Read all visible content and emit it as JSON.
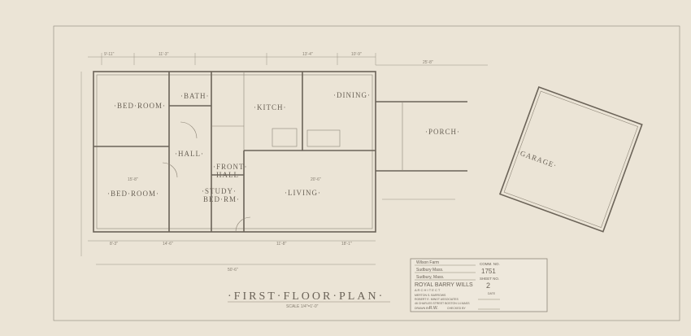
{
  "drawing": {
    "title": "·FIRST·FLOOR·PLAN·",
    "scale": "SCALE 1/4\"=1'-0\"",
    "rooms": {
      "bedroom_1": "·BED·ROOM·",
      "bath": "·BATH·",
      "kitchen": "·KITCH·",
      "dining": "·DINING·",
      "hall": "·HALL·",
      "bedroom_2": "·BED·ROOM·",
      "study": "·STUDY·",
      "study_2": "BED·RM·",
      "front_hall": "·FRONT·",
      "front_hall_2": "HALL",
      "living": "·LIVING·",
      "porch": "·PORCH·",
      "garage": "·GARAGE·"
    },
    "dimensions": {
      "top_1": "9'-11\"",
      "top_2": "11'-3\"",
      "top_3": "13'-4\"",
      "top_4": "10'-9\"",
      "porch_top": "25'-8\"",
      "bottom_1": "8'-3\"",
      "bottom_2": "14'-6\"",
      "bottom_3": "11'-8\"",
      "bottom_4": "18'-1\"",
      "overall": "50'-6\"",
      "living_w": "20'-6\"",
      "bed_w": "15'-8\""
    }
  },
  "title_block": {
    "line_1": "Wilson Farm",
    "line_2": "Sudbury Mass.",
    "line_3": "Sudbury, Mass.",
    "comm_label": "COMM. NO.",
    "comm_no": "1751",
    "sheet_label": "SHEET NO.",
    "sheet_no": "2",
    "firm": "ROYAL BARRY WILLS",
    "firm_sub": "A R C H I T E C T",
    "assoc_1": "MERTON S. BARROWS",
    "assoc_2": "ROBERT E. MINOT      ASSOCIATES",
    "address": "46 CHARLES STREET BOSTON 14 MASS",
    "date_label": "DATE",
    "drawn_label": "DRAWN BY",
    "drawn_by": "R.W.",
    "checked_label": "CHECKED BY"
  }
}
